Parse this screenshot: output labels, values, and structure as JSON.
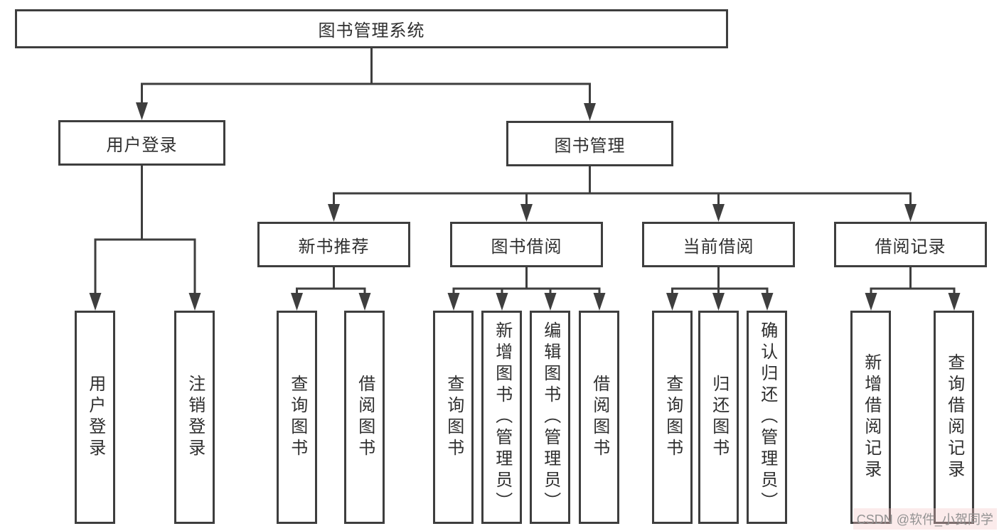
{
  "diagram": {
    "type": "hierarchy-tree",
    "root": {
      "label": "图书管理系统"
    },
    "level2": [
      {
        "label": "用户登录",
        "children": [
          {
            "label": "用户登录"
          },
          {
            "label": "注销登录"
          }
        ]
      },
      {
        "label": "图书管理",
        "children": [
          {
            "label": "新书推荐",
            "children": [
              {
                "label": "查询图书"
              },
              {
                "label": "借阅图书"
              }
            ]
          },
          {
            "label": "图书借阅",
            "children": [
              {
                "label": "查询图书"
              },
              {
                "label": "新增图书（管理员）"
              },
              {
                "label": "编辑图书（管理员）"
              },
              {
                "label": "借阅图书"
              }
            ]
          },
          {
            "label": "当前借阅",
            "children": [
              {
                "label": "查询图书"
              },
              {
                "label": "归还图书"
              },
              {
                "label": "确认归还（管理员）"
              }
            ]
          },
          {
            "label": "借阅记录",
            "children": [
              {
                "label": "新增借阅记录"
              },
              {
                "label": "查询借阅记录"
              }
            ]
          }
        ]
      }
    ],
    "colors": {
      "line": "#3e3e3e",
      "box_border": "#3e3e3e",
      "box_background": "#ffffff",
      "text": "#2f2f2f",
      "watermark_text": "#929292",
      "watermark_background": "#f6e3e3"
    }
  },
  "watermark": {
    "text": "CSDN @软件_小贺同学"
  }
}
